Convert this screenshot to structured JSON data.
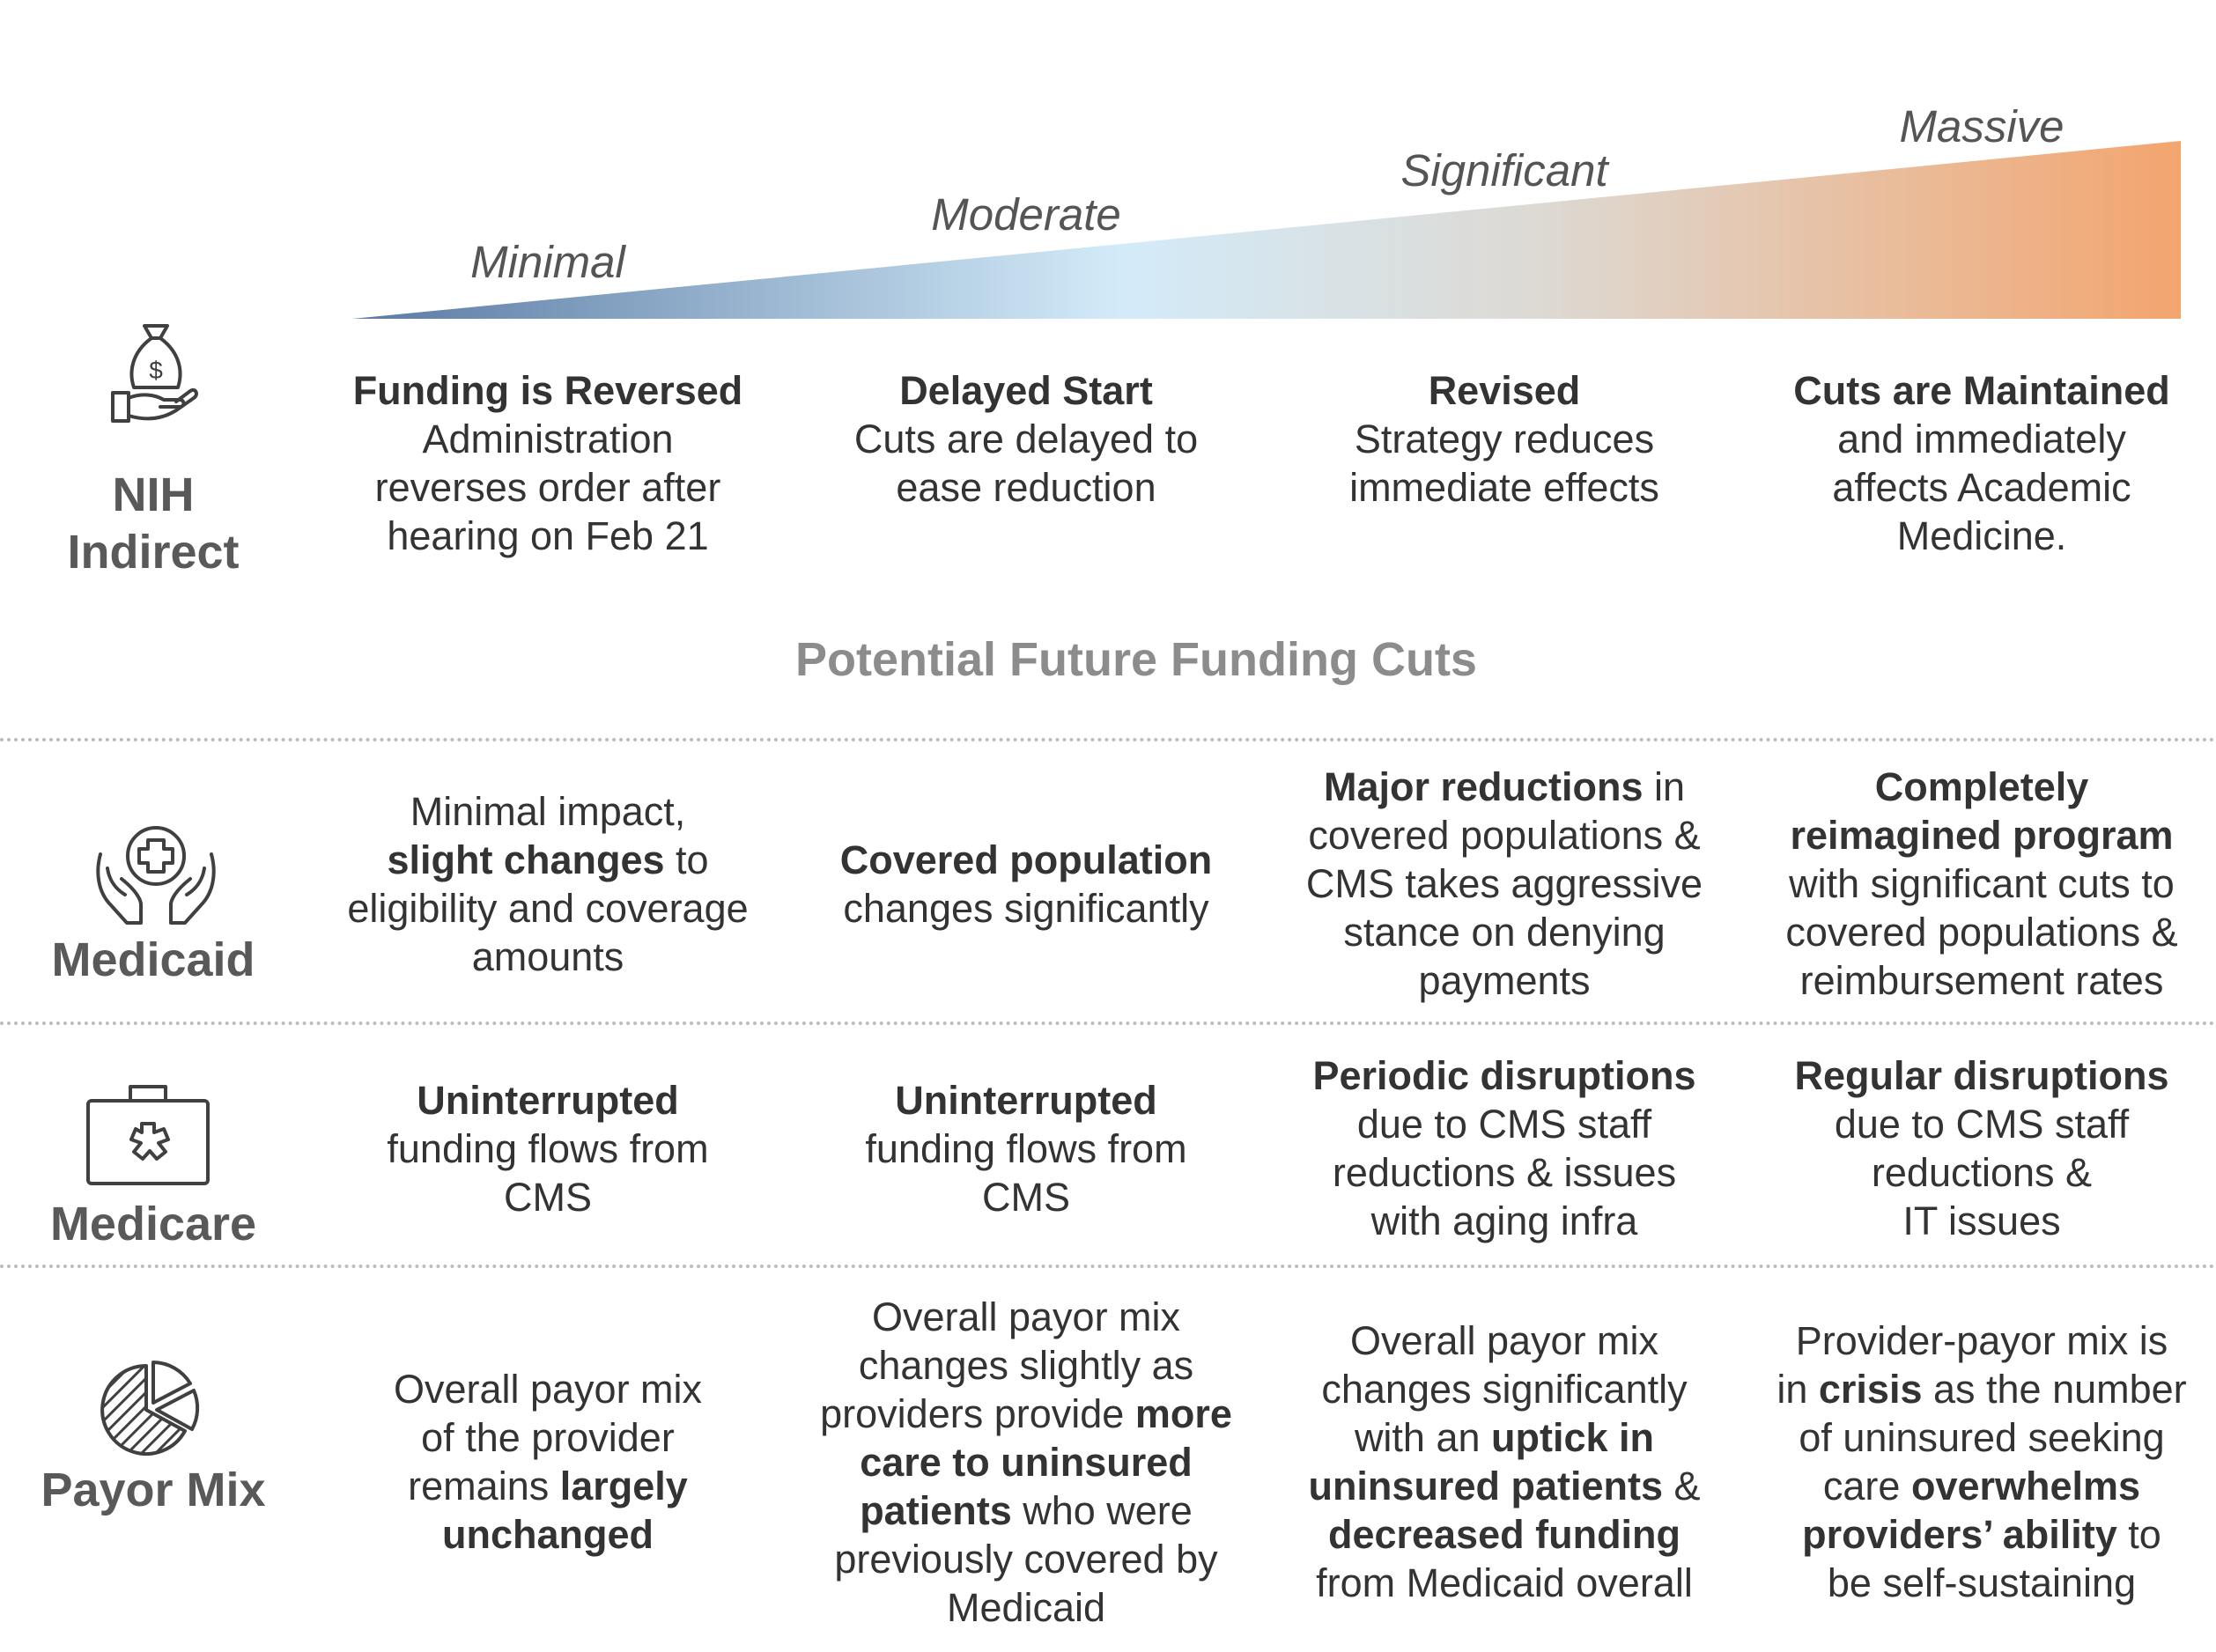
{
  "scale": {
    "levels": [
      "Minimal",
      "Moderate",
      "Significant",
      "Massive"
    ],
    "gradient_colors": [
      "#5a7aa3",
      "#d3ebf9",
      "#ddd9d3",
      "#f3a56e"
    ]
  },
  "rows": {
    "nih": {
      "label_line1": "NIH",
      "label_line2": "Indirect",
      "icon": "money-bag-hand-icon",
      "cells": [
        {
          "heading": "Funding is Reversed",
          "lines": [
            "Administration",
            "reverses order after",
            "hearing on Feb 21"
          ]
        },
        {
          "heading": "Delayed Start",
          "lines": [
            "Cuts are delayed to",
            "ease reduction"
          ]
        },
        {
          "heading": "Revised",
          "lines": [
            "Strategy reduces",
            "immediate effects"
          ]
        },
        {
          "heading": "Cuts are Maintained",
          "lines": [
            "and immediately",
            "affects Academic",
            "Medicine."
          ]
        }
      ]
    },
    "section_title": "Potential Future Funding Cuts",
    "medicaid": {
      "label": "Medicaid",
      "icon": "hands-medical-cross-icon",
      "cells": [
        {
          "l1": "Minimal impact,",
          "l2b": "slight changes",
          "l2": " to",
          "l3": "eligibility and coverage",
          "l4": "amounts"
        },
        {
          "l1b": "Covered population",
          "l2": "changes significantly"
        },
        {
          "l1b": "Major reductions",
          "l1": " in",
          "l2": "covered populations &",
          "l3": "CMS takes aggressive",
          "l4": "stance on denying",
          "l5": "payments"
        },
        {
          "l1b": "Completely",
          "l2b": "reimagined program",
          "l3": "with significant cuts to",
          "l4": "covered populations &",
          "l5": "reimbursement rates"
        }
      ]
    },
    "medicare": {
      "label": "Medicare",
      "icon": "medical-kit-icon",
      "cells": [
        {
          "heading": "Uninterrupted",
          "lines": [
            "funding flows from",
            "CMS"
          ]
        },
        {
          "heading": "Uninterrupted",
          "lines": [
            "funding flows from",
            "CMS"
          ]
        },
        {
          "heading": "Periodic disruptions",
          "lines": [
            "due to CMS staff",
            "reductions & issues",
            "with aging infra"
          ]
        },
        {
          "heading": "Regular disruptions",
          "lines": [
            "due to CMS staff",
            "reductions &",
            "IT issues"
          ]
        }
      ]
    },
    "payor": {
      "label": "Payor Mix",
      "icon": "pie-chart-icon",
      "cells": [
        {
          "l1": "Overall payor mix",
          "l2": "of the provider",
          "l3": "remains ",
          "l3b": "largely",
          "l4b": "unchanged"
        },
        {
          "l1": "Overall payor mix",
          "l2": "changes slightly as",
          "l3": "providers provide ",
          "l3b": "more",
          "l4b": "care to uninsured",
          "l5b": "patients",
          "l5": " who were",
          "l6": "previously covered by",
          "l7": "Medicaid"
        },
        {
          "l1": "Overall payor mix",
          "l2": "changes significantly",
          "l3": "with an ",
          "l3b": "uptick in",
          "l4b": "uninsured patients",
          "l4": " &",
          "l5b": "decreased funding",
          "l6": "from Medicaid overall"
        },
        {
          "l1": "Provider-payor mix is",
          "l2": "in ",
          "l2b": "crisis",
          "l2c": " as the number",
          "l3": "of uninsured seeking",
          "l4": "care ",
          "l4b": "overwhelms",
          "l5b": "providers’ ability",
          "l5": " to",
          "l6": "be self-sustaining"
        }
      ]
    }
  }
}
